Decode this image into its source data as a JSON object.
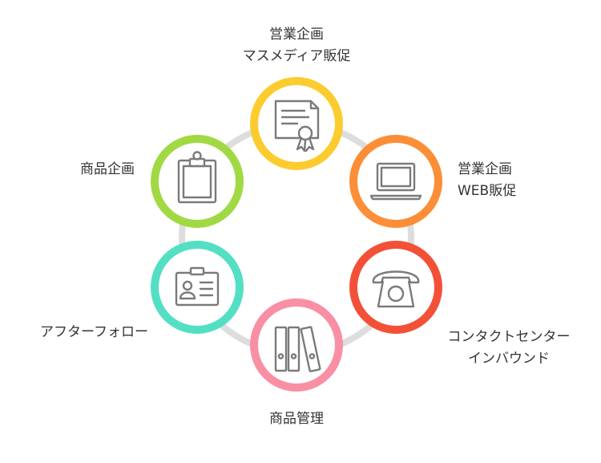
{
  "ring_color": "#dddddd",
  "icon_color": "#7a7a7a",
  "nodes": [
    {
      "id": "sales-mass",
      "icon": "certificate-icon",
      "color": "#fccb2e",
      "label_lines": [
        "営業企画",
        "マスメディア販促"
      ]
    },
    {
      "id": "sales-web",
      "icon": "laptop-icon",
      "color": "#fb8e37",
      "label_lines": [
        "営業企画",
        "WEB販促"
      ]
    },
    {
      "id": "contact-center",
      "icon": "telephone-icon",
      "color": "#f25138",
      "label_lines": [
        "コンタクトセンター",
        "インバウンド"
      ]
    },
    {
      "id": "product-management",
      "icon": "binders-icon",
      "color": "#f88fa5",
      "label_lines": [
        "商品管理"
      ]
    },
    {
      "id": "after-follow",
      "icon": "id-badge-icon",
      "color": "#53dfc3",
      "label_lines": [
        "アフターフォロー"
      ]
    },
    {
      "id": "product-planning",
      "icon": "clipboard-icon",
      "color": "#a1d944",
      "label_lines": [
        "商品企画"
      ]
    }
  ]
}
